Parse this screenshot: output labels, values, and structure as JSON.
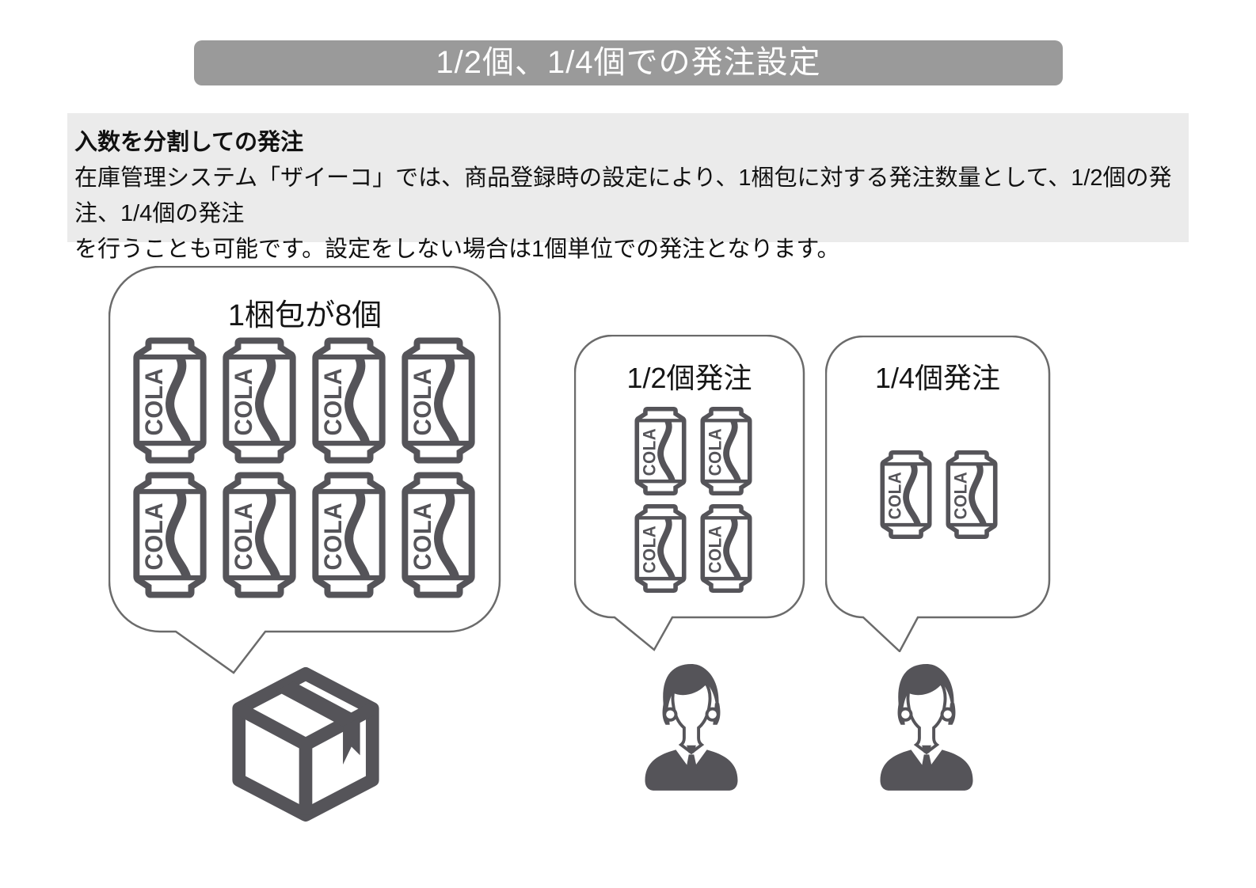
{
  "colors": {
    "title_bg": "#9a9a9a",
    "title_text": "#ffffff",
    "panel_bg": "#ebebeb",
    "icon": "#555459",
    "bubble_border": "#6b6b6b"
  },
  "header": {
    "title": "1/2個、1/4個での発注設定"
  },
  "info": {
    "heading": "入数を分割しての発注",
    "body_line1": "在庫管理システム「ザイーコ」では、商品登録時の設定により、1梱包に対する発注数量として、1/2個の発注、1/4個の発注",
    "body_line2": "を行うことも可能です。設定をしない場合は1個単位での発注となります。"
  },
  "diagram": {
    "package_bubble": {
      "label": "1梱包が8個",
      "can_count": 8,
      "can_label": "COLA"
    },
    "half_bubble": {
      "label": "1/2個発注",
      "can_count": 4,
      "can_label": "COLA"
    },
    "quarter_bubble": {
      "label": "1/4個発注",
      "can_count": 2,
      "can_label": "COLA"
    }
  }
}
